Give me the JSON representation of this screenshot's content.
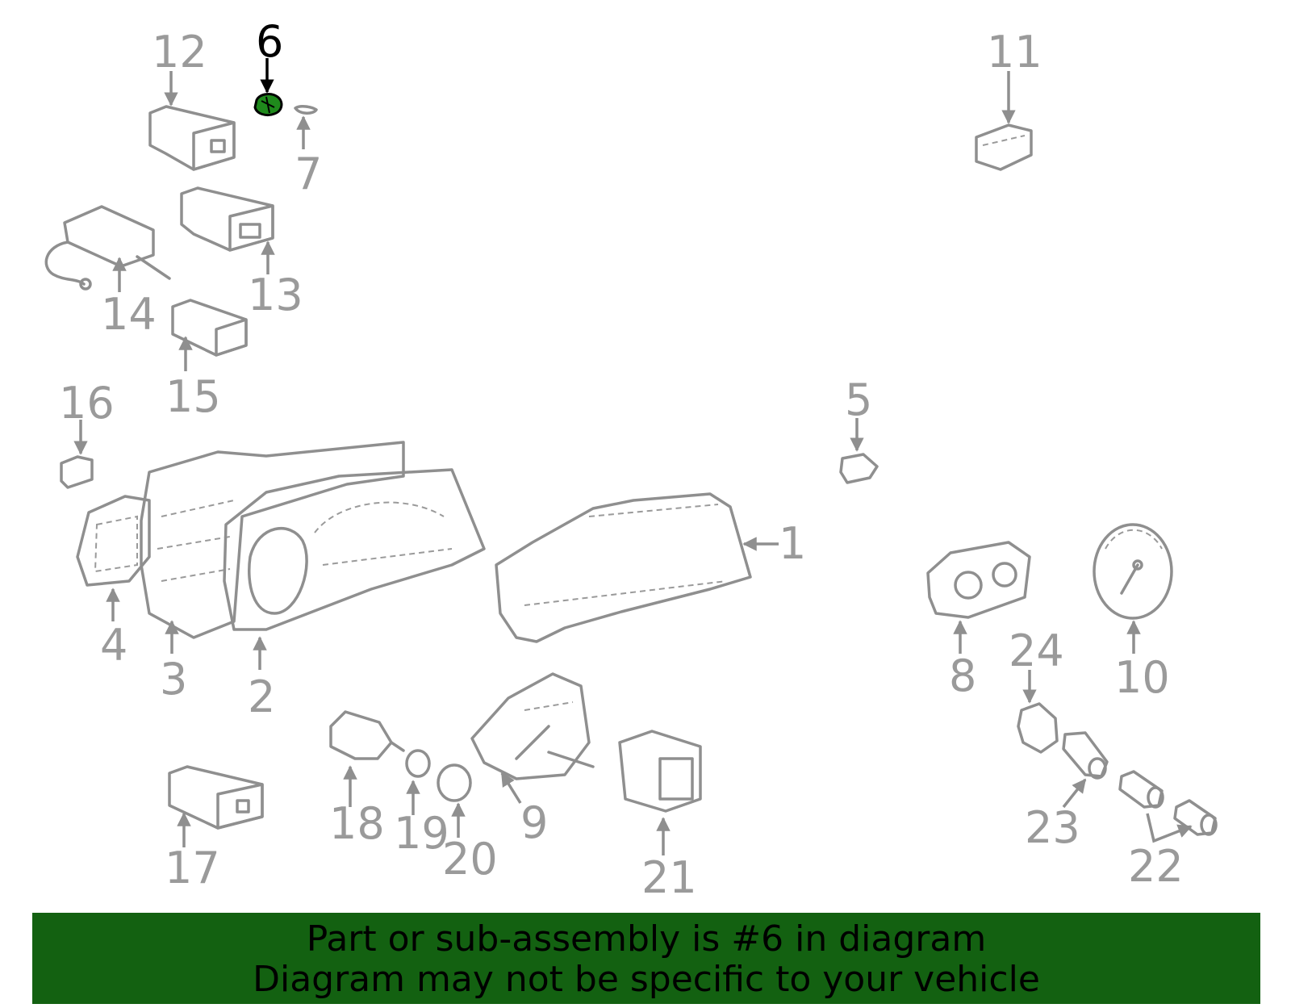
{
  "callouts": {
    "c1": "1",
    "c2": "2",
    "c3": "3",
    "c4": "4",
    "c5": "5",
    "c6": "6",
    "c7": "7",
    "c8": "8",
    "c9": "9",
    "c10": "10",
    "c11": "11",
    "c12": "12",
    "c13": "13",
    "c14": "14",
    "c15": "15",
    "c16": "16",
    "c17": "17",
    "c18": "18",
    "c19": "19",
    "c20": "20",
    "c21": "21",
    "c22": "22",
    "c23": "23",
    "c24": "24"
  },
  "highlighted_part": "6",
  "colors": {
    "highlight_part": "#1f8a1c",
    "banner_background": "#136111",
    "line_gray": "#8f8f8f",
    "highlight_text": "#000000"
  },
  "banner": {
    "line1": "Part or sub-assembly is #6 in diagram",
    "line2": "Diagram may not be specific to your vehicle"
  }
}
